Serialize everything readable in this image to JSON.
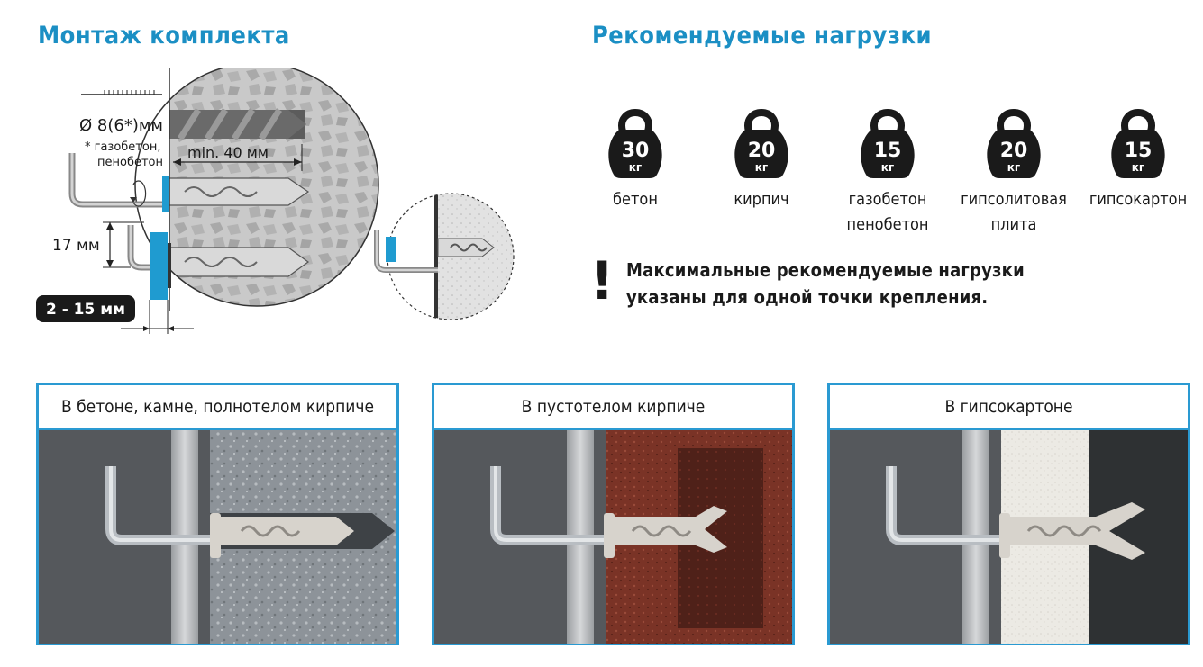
{
  "left_section": {
    "title": "Монтаж комплекта",
    "diameter_label": "Ø 8(6*)мм",
    "diameter_note_line1": "* газобетон,",
    "diameter_note_line2": "пенобетон",
    "depth_label": "min. 40 мм",
    "height_label": "17 мм",
    "thickness_badge": "2 - 15 мм"
  },
  "right_section": {
    "title": "Рекомендуемые нагрузки",
    "weights": [
      {
        "value": "30",
        "unit": "кг",
        "label_line1": "бетон",
        "label_line2": ""
      },
      {
        "value": "20",
        "unit": "кг",
        "label_line1": "кирпич",
        "label_line2": ""
      },
      {
        "value": "15",
        "unit": "кг",
        "label_line1": "газобетон",
        "label_line2": "пенобетон"
      },
      {
        "value": "20",
        "unit": "кг",
        "label_line1": "гипсолитовая",
        "label_line2": "плита"
      },
      {
        "value": "15",
        "unit": "кг",
        "label_line1": "гипсокартон",
        "label_line2": ""
      }
    ],
    "note_mark": "!",
    "note_line1": "Максимальные рекомендуемые нагрузки",
    "note_line2": "указаны для одной точки крепления."
  },
  "panels": [
    {
      "title": "В бетоне, камне, полнотелом кирпиче"
    },
    {
      "title": "В пустотелом кирпиче"
    },
    {
      "title": "В гипсокартоне"
    }
  ],
  "colors": {
    "accent": "#1b8fc4",
    "panel_border": "#2a9ad2",
    "washer": "#1f9bd0",
    "weight_icon": "#1a1a1a",
    "brick": "#7a3326",
    "wall_grey": "#55585c",
    "drywall_white": "#eceae4",
    "drywall_dark": "#2e3133"
  }
}
